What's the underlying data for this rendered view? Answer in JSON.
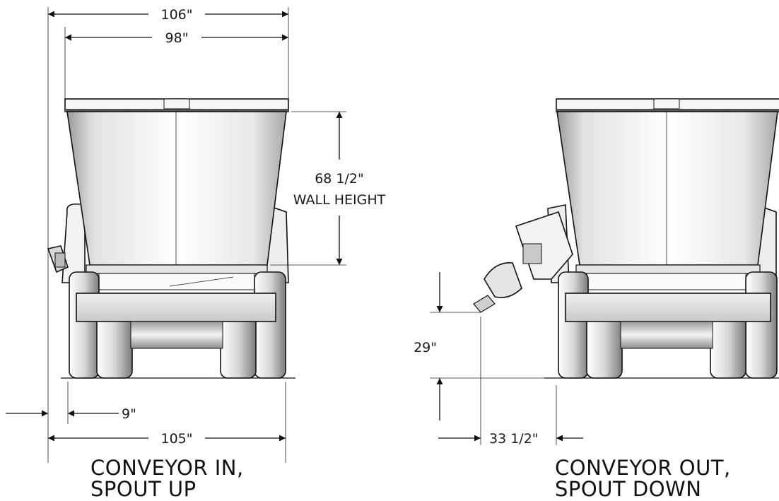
{
  "dimensions": {
    "overall_top_width": "106\"",
    "hopper_top_width": "98\"",
    "wall_height_value": "68 1/2\"",
    "wall_height_label": "WALL HEIGHT",
    "offset_left": "9\"",
    "base_width": "105\"",
    "spout_height": "29\"",
    "spout_reach": "33 1/2\""
  },
  "views": {
    "left_caption_line1": "CONVEYOR IN,",
    "left_caption_line2": "SPOUT UP",
    "right_caption_line1": "CONVEYOR OUT,",
    "right_caption_line2": "SPOUT DOWN"
  }
}
